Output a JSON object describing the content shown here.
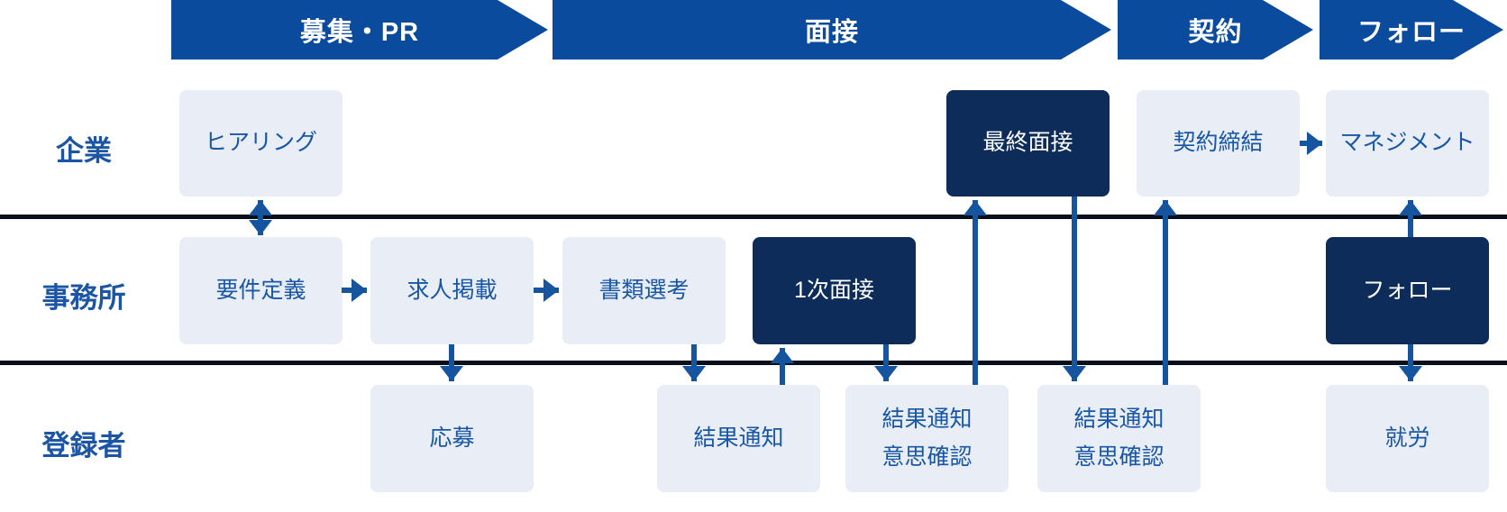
{
  "diagram_title": "recruitment-process-swimlane",
  "phases": [
    {
      "label": "募集・PR"
    },
    {
      "label": "面接"
    },
    {
      "label": "契約"
    },
    {
      "label": "フォロー"
    }
  ],
  "lanes": [
    {
      "label": "企業"
    },
    {
      "label": "事務所"
    },
    {
      "label": "登録者"
    }
  ],
  "boxes": {
    "hearing": {
      "label": "ヒアリング",
      "lane": "企業",
      "variant": "light"
    },
    "final_interview": {
      "label": "最終面接",
      "lane": "企業",
      "variant": "dark"
    },
    "contract": {
      "label": "契約締結",
      "lane": "企業",
      "variant": "light"
    },
    "management": {
      "label": "マネジメント",
      "lane": "企業",
      "variant": "light"
    },
    "requirements": {
      "label": "要件定義",
      "lane": "事務所",
      "variant": "light"
    },
    "job_posting": {
      "label": "求人掲載",
      "lane": "事務所",
      "variant": "light"
    },
    "screening": {
      "label": "書類選考",
      "lane": "事務所",
      "variant": "light"
    },
    "first_interview": {
      "label": "1次面接",
      "lane": "事務所",
      "variant": "dark"
    },
    "follow": {
      "label": "フォロー",
      "lane": "事務所",
      "variant": "dark"
    },
    "apply": {
      "label": "応募",
      "lane": "登録者",
      "variant": "light"
    },
    "result_notice": {
      "label": "結果通知",
      "lane": "登録者",
      "variant": "light"
    },
    "result_notice_intent_1": {
      "line1": "結果通知",
      "line2": "意思確認",
      "lane": "登録者",
      "variant": "light"
    },
    "result_notice_intent_2": {
      "line1": "結果通知",
      "line2": "意思確認",
      "lane": "登録者",
      "variant": "light"
    },
    "employment": {
      "label": "就労",
      "lane": "登録者",
      "variant": "light"
    }
  },
  "colors": {
    "banner_blue": "#0a4b9e",
    "dark_box_navy": "#0d2c59",
    "light_box": "#e8edf6",
    "box_text_blue": "#1856a6",
    "lane_label_blue": "#1b55a4",
    "arrow_blue": "#15549e",
    "divider": "#0a0f1c",
    "background": "#ffffff"
  }
}
